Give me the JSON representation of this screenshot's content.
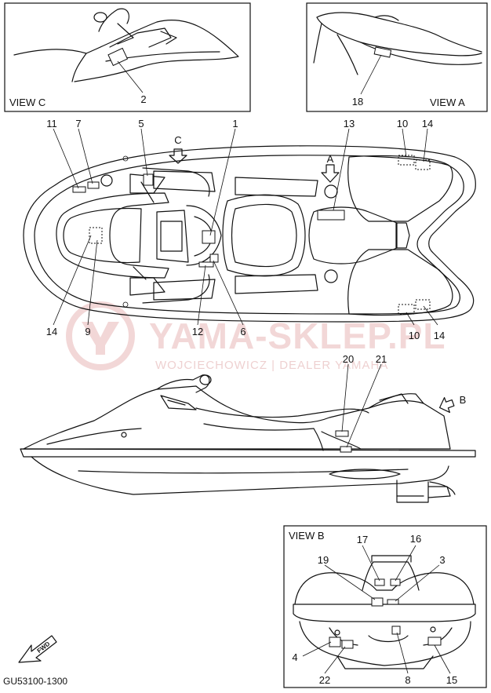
{
  "views": {
    "view_c": "VIEW C",
    "view_a": "VIEW A",
    "view_b": "VIEW B"
  },
  "callouts": {
    "c2": "2",
    "c18": "18",
    "c11": "11",
    "c7": "7",
    "c5": "5",
    "c1": "1",
    "c13": "13",
    "c10_top": "10",
    "c14_top": "14",
    "c14_left": "14",
    "c9": "9",
    "c12": "12",
    "c6": "6",
    "c10_bot": "10",
    "c14_bot": "14",
    "c20": "20",
    "c21": "21",
    "c17": "17",
    "c16": "16",
    "c19": "19",
    "c3": "3",
    "c4": "4",
    "c22": "22",
    "c8": "8",
    "c15": "15"
  },
  "arrows": {
    "arrow_c": "C",
    "arrow_a": "A",
    "arrow_b": "B"
  },
  "fwd": "FWD",
  "part_code": "GU53100-1300",
  "watermark": {
    "main": "YAMA-SKLEP.PL",
    "sub": "WOJCIECHOWICZ | DEALER YAMAHA"
  }
}
